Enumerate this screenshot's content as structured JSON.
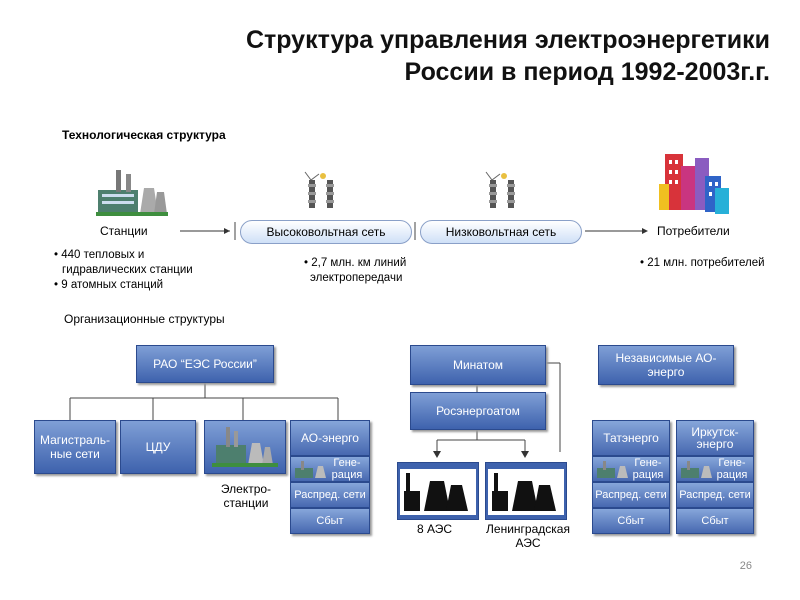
{
  "title_line1": "Структура управления электроэнергетики",
  "title_line2": "России в период 1992-2003г.г.",
  "tech": {
    "heading": "Технологическая структура",
    "stations": "Станции",
    "hv_net": "Высоковольтная сеть",
    "lv_net": "Низковольтная  сеть",
    "consumers": "Потребители",
    "stations_facts": [
      "440 тепловых и",
      "гидравлических станции",
      "9 атомных станций"
    ],
    "grid_facts": [
      "2,7 млн. км линий",
      "электропередачи"
    ],
    "consumer_facts": [
      "21 млн. потребителей"
    ]
  },
  "org": {
    "heading": "Организационные структуры",
    "rao": "РАО “ЕЭС России”",
    "trunk": "Магистраль-ные сети",
    "cdu": "ЦДУ",
    "power_stations": "Электро-станции",
    "ao": "АО-энерго",
    "gen": "Гене-рация",
    "dist": "Распред. сети",
    "sales": "Сбыт",
    "minatom": "Минатом",
    "rosenergoatom": "Росэнергоатом",
    "npp8": "8 АЭС",
    "lnpp": "Ленинградская АЭС",
    "indep": "Независимые АО-энерго",
    "tat": "Татэнерго",
    "irk": "Иркутск-энерго"
  },
  "page_number": "26",
  "colors": {
    "box_blue": "#3e62ad",
    "pill_border": "#8aa0c8"
  }
}
